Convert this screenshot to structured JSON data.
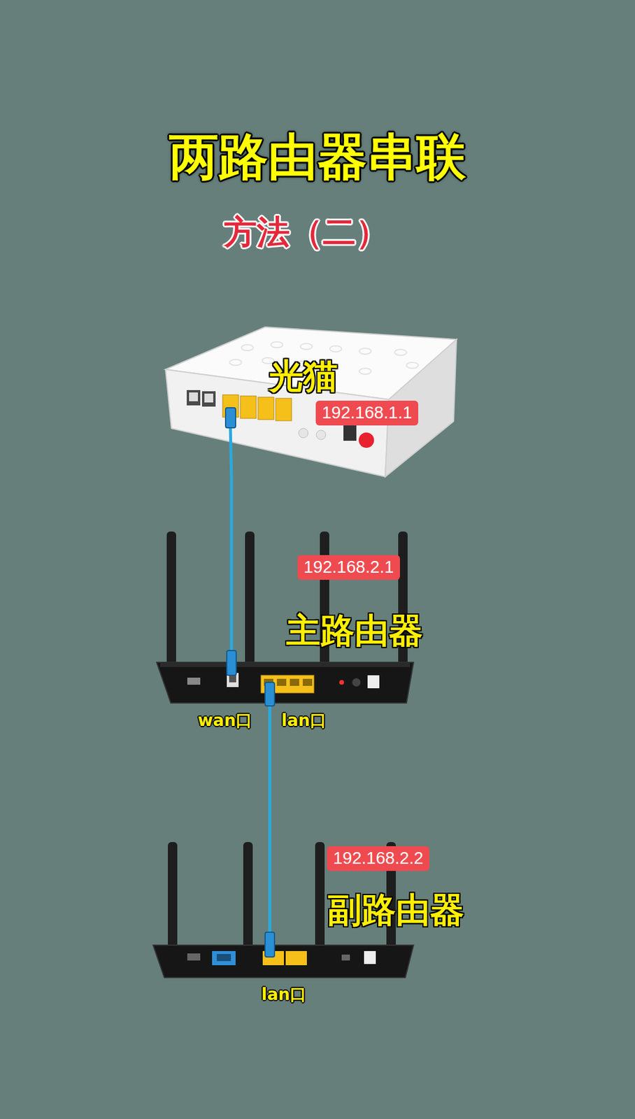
{
  "diagram": {
    "title": "两路由器串联",
    "nodes": [
      {
        "text": [
          "光猫",
          "192.168.1.1"
        ]
      },
      {
        "text": [
          "192.168.2.1",
          "主路由器"
        ]
      },
      {
        "text": [
          "192.168.2.2",
          "副路由器"
        ]
      }
    ],
    "edges": [
      {
        "from": 0,
        "to": 1,
        "arrow": "none"
      },
      {
        "from": 1,
        "to": 2,
        "arrow": "none"
      }
    ],
    "labels": [
      "方法（二）",
      "wan口",
      "lan口",
      "lan口"
    ]
  }
}
